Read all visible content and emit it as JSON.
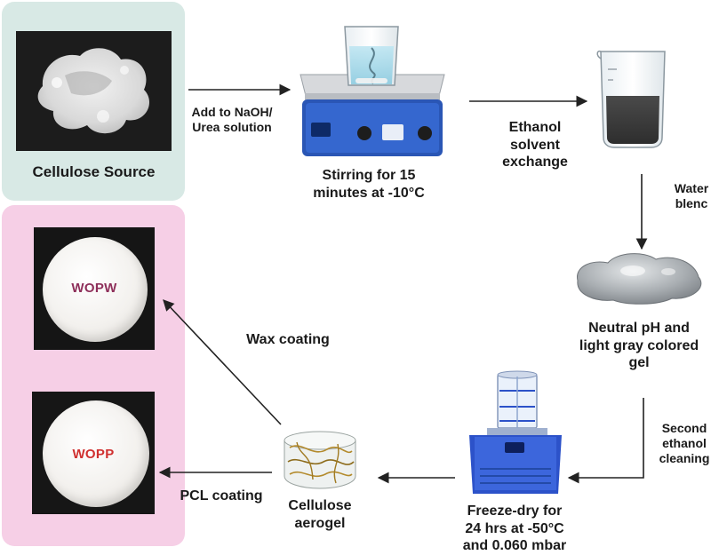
{
  "panels": {
    "source_title": "Cellulose Source",
    "product_1": {
      "label": "WOPW",
      "label_color": "#8e2f5a"
    },
    "product_2": {
      "label": "WOPP",
      "label_color": "#d0302f"
    }
  },
  "steps": {
    "add_solution": "Add to NaOH/\nUrea solution",
    "stirring": "Stirring for 15\nminutes at -10°C",
    "ethanol_exchange": "Ethanol\nsolvent\nexchange",
    "water_blend": "Water\nblenc",
    "gel": "Neutral pH and\nlight gray colored\ngel",
    "second_cleaning": "Second\nethanol\ncleaning",
    "freeze_dry": "Freeze-dry for\n24 hrs at -50°C\nand 0.060 mbar",
    "aerogel": "Cellulose\naerogel",
    "pcl_coating": "PCL coating",
    "wax_coating": "Wax coating"
  },
  "colors": {
    "source_panel_bg": "#d8e9e5",
    "products_panel_bg": "#f6cfe6",
    "arrow": "#222222",
    "stirrer_body": "#2a56b5",
    "freeze_dryer_body": "#2c52c9",
    "liquid_dark": "#3a3a3a"
  },
  "icons": {
    "cellulose": "cellulose-fiber-icon",
    "stirrer": "magnetic-stirrer-icon",
    "beaker": "beaker-dark-liquid-icon",
    "gel": "gray-gel-icon",
    "freeze_dryer": "freeze-dryer-icon",
    "aerogel": "aerogel-cylinder-icon"
  }
}
